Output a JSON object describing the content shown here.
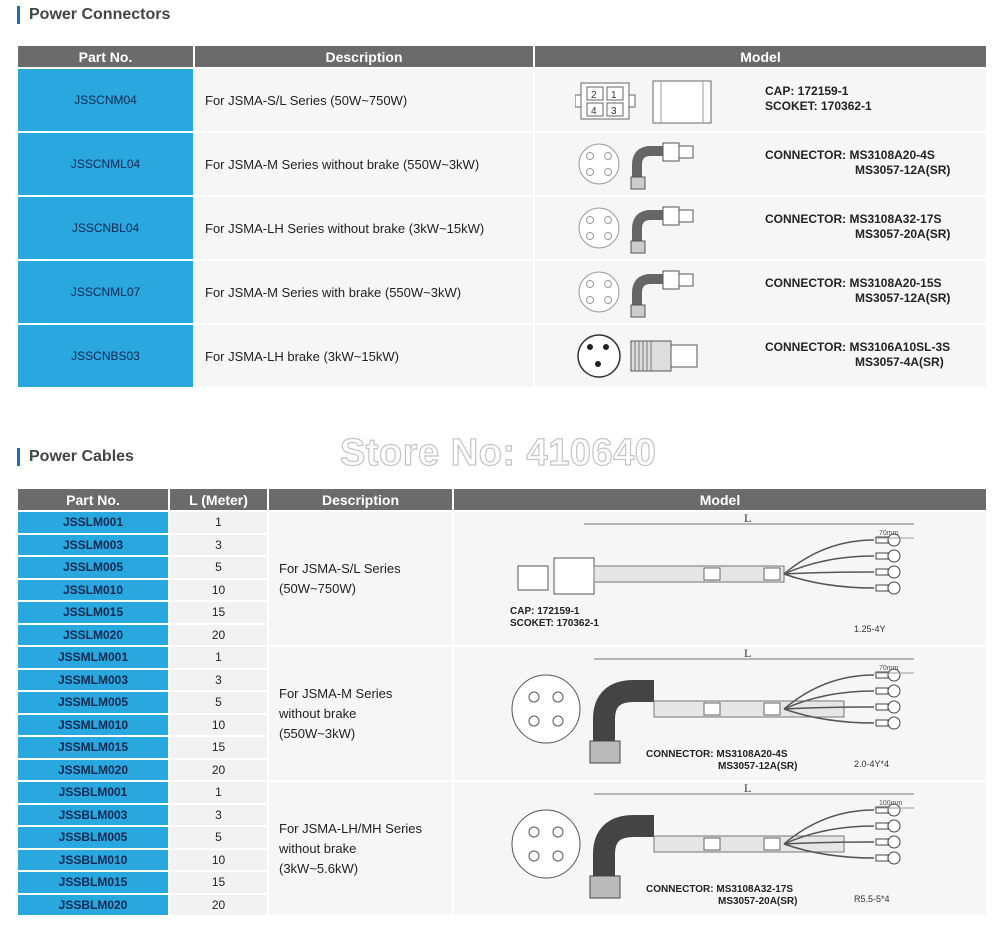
{
  "connectors": {
    "title": "Power Connectors",
    "headers": {
      "part": "Part No.",
      "desc": "Description",
      "model": "Model"
    },
    "rows": [
      {
        "part": "JSSCNM04",
        "desc": "For JSMA-S/L Series (50W~750W)",
        "line1": "CAP: 172159-1",
        "line2": "SCOKET: 170362-1",
        "indent": false,
        "img": "molex-icon"
      },
      {
        "part": "JSSCNML04",
        "desc": "For JSMA-M Series without brake (550W~3kW)",
        "line1": "CONNECTOR: MS3108A20-4S",
        "line2": "MS3057-12A(SR)",
        "indent": true,
        "img": "circular-connector-icon"
      },
      {
        "part": "JSSCNBL04",
        "desc": "For JSMA-LH Series without brake (3kW~15kW)",
        "line1": "CONNECTOR: MS3108A32-17S",
        "line2": "MS3057-20A(SR)",
        "indent": true,
        "img": "circular-connector-icon"
      },
      {
        "part": "JSSCNML07",
        "desc": "For JSMA-M Series with brake (550W~3kW)",
        "line1": "CONNECTOR: MS3108A20-15S",
        "line2": "MS3057-12A(SR)",
        "indent": true,
        "img": "circular-connector-icon"
      },
      {
        "part": "JSSCNBS03",
        "desc": "For JSMA-LH brake (3kW~15kW)",
        "line1": "CONNECTOR: MS3106A10SL-3S",
        "line2": "MS3057-4A(SR)",
        "indent": true,
        "img": "straight-connector-icon"
      }
    ]
  },
  "watermark": "Store No: 410640",
  "cables": {
    "title": "Power Cables",
    "headers": {
      "part": "Part No.",
      "length": "L (Meter)",
      "desc": "Description",
      "model": "Model"
    },
    "groups": [
      {
        "desc": [
          "For JSMA-S/L Series",
          "(50W~750W)"
        ],
        "note1": "CAP: 172159-1",
        "note2": "SCOKET: 170362-1",
        "label_l": "L",
        "label_dim": "1.25-4Y",
        "label_len": "70mm",
        "rows": [
          {
            "part": "JSSLM001",
            "len": "1"
          },
          {
            "part": "JSSLM003",
            "len": "3"
          },
          {
            "part": "JSSLM005",
            "len": "5"
          },
          {
            "part": "JSSLM010",
            "len": "10"
          },
          {
            "part": "JSSLM015",
            "len": "15"
          },
          {
            "part": "JSSLM020",
            "len": "20"
          }
        ]
      },
      {
        "desc": [
          "For JSMA-M Series",
          "without brake",
          "(550W~3kW)"
        ],
        "note1": "CONNECTOR: MS3108A20-4S",
        "note2": "MS3057-12A(SR)",
        "label_l": "L",
        "label_dim": "2.0-4Y*4",
        "label_len": "70mm",
        "rows": [
          {
            "part": "JSSMLM001",
            "len": "1"
          },
          {
            "part": "JSSMLM003",
            "len": "3"
          },
          {
            "part": "JSSMLM005",
            "len": "5"
          },
          {
            "part": "JSSMLM010",
            "len": "10"
          },
          {
            "part": "JSSMLM015",
            "len": "15"
          },
          {
            "part": "JSSMLM020",
            "len": "20"
          }
        ]
      },
      {
        "desc": [
          "For JSMA-LH/MH Series",
          "without brake",
          "(3kW~5.6kW)"
        ],
        "note1": "CONNECTOR: MS3108A32-17S",
        "note2": "MS3057-20A(SR)",
        "label_l": "L",
        "label_dim": "R5.5-5*4",
        "label_len": "100mm",
        "rows": [
          {
            "part": "JSSBLM001",
            "len": "1"
          },
          {
            "part": "JSSBLM003",
            "len": "3"
          },
          {
            "part": "JSSBLM005",
            "len": "5"
          },
          {
            "part": "JSSBLM010",
            "len": "10"
          },
          {
            "part": "JSSBLM015",
            "len": "15"
          },
          {
            "part": "JSSBLM020",
            "len": "20"
          }
        ]
      }
    ]
  },
  "colors": {
    "accent": "#29a8e0",
    "header": "#6b6b6b",
    "title_bar": "#1f6fb5"
  }
}
